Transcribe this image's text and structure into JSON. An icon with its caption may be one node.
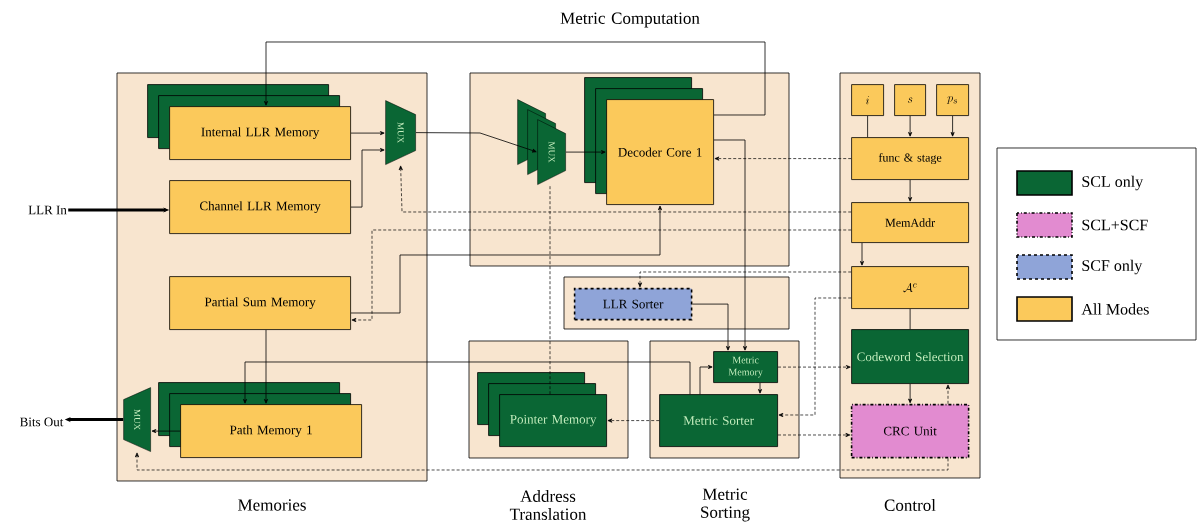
{
  "diagram": {
    "nodes": [
      {
        "text": [
          "Memories"
        ]
      },
      {
        "text": [
          "Internal LLR Memory"
        ],
        "in": 0
      },
      {
        "text": [
          "Channel LLR Memory"
        ],
        "in": 0
      },
      {
        "text": [
          "Partial Sum Memory"
        ],
        "in": 0
      },
      {
        "text": [
          "Path Memory 1"
        ],
        "in": 0
      },
      {
        "text": [
          "MUX"
        ],
        "in": 0
      },
      {
        "text": [
          "MUX"
        ],
        "in": 0
      },
      {
        "text": [
          "Metric Computation"
        ]
      },
      {
        "text": [
          "MUX"
        ],
        "in": 7
      },
      {
        "text": [
          "Decoder Core 1"
        ],
        "in": 7
      },
      {
        "text": [],
        "shape": "box"
      },
      {
        "text": [
          "LLR Sorter"
        ],
        "in": 10
      },
      {
        "text": [
          "Address Translation"
        ]
      },
      {
        "text": [
          "Pointer Memory"
        ],
        "in": 12
      },
      {
        "text": [
          "Metric Sorting"
        ]
      },
      {
        "text": [
          "Metric Memory"
        ],
        "in": 14
      },
      {
        "text": [
          "Metric Sorter"
        ],
        "in": 14
      },
      {
        "text": [
          "Control"
        ]
      },
      {
        "text": [
          "i"
        ],
        "in": 17
      },
      {
        "text": [
          "s"
        ],
        "in": 17
      },
      {
        "text": [
          "p_s"
        ],
        "in": 17
      },
      {
        "text": [
          "func & stage"
        ],
        "in": 17
      },
      {
        "text": [
          "MemAddr"
        ],
        "in": 17
      },
      {
        "text": [
          "\\mathcal{A}^c"
        ],
        "in": 17
      },
      {
        "text": [
          "Codeword Selection"
        ],
        "in": 17
      },
      {
        "text": [
          "CRC Unit"
        ],
        "in": 17
      },
      {
        "text": [
          "LLR In"
        ]
      },
      {
        "text": [
          "Bits Out"
        ]
      }
    ],
    "edges": [
      {
        "from": 26,
        "to": 2,
        "arrow": "to",
        "style": "thick"
      },
      {
        "from": 6,
        "to": 27,
        "arrow": "to",
        "style": "thick"
      },
      {
        "from": 1,
        "to": 5,
        "arrow": "to"
      },
      {
        "from": 2,
        "to": 5,
        "arrow": "to"
      },
      {
        "from": 5,
        "to": 8,
        "arrow": "to"
      },
      {
        "from": 8,
        "to": 9,
        "arrow": "to"
      },
      {
        "from": 9,
        "to": 1,
        "arrow": "to"
      },
      {
        "from": 3,
        "to": 9,
        "arrow": "to"
      },
      {
        "from": 3,
        "to": 4,
        "arrow": "to"
      },
      {
        "from": 4,
        "to": 6,
        "arrow": "to"
      },
      {
        "from": 9,
        "to": 15,
        "arrow": "to"
      },
      {
        "from": 11,
        "to": 15,
        "arrow": "to"
      },
      {
        "from": 15,
        "to": 16,
        "arrow": "to"
      },
      {
        "from": 16,
        "to": 15,
        "arrow": "to"
      },
      {
        "from": 16,
        "to": 4,
        "arrow": "to"
      },
      {
        "from": 16,
        "to": 13,
        "arrow": "to",
        "style": "dashed"
      },
      {
        "from": 13,
        "to": 8,
        "arrow": "none",
        "style": "dashed"
      },
      {
        "from": 18,
        "to": 21,
        "arrow": "none"
      },
      {
        "from": 19,
        "to": 21,
        "arrow": "to"
      },
      {
        "from": 20,
        "to": 21,
        "arrow": "to"
      },
      {
        "from": 21,
        "to": 22,
        "arrow": "to"
      },
      {
        "from": 22,
        "to": 23,
        "arrow": "to"
      },
      {
        "from": 23,
        "to": 24,
        "arrow": "none"
      },
      {
        "from": 24,
        "to": 25,
        "arrow": "to"
      },
      {
        "from": 25,
        "to": 24,
        "arrow": "to",
        "style": "dashed"
      },
      {
        "from": 21,
        "to": 9,
        "arrow": "to",
        "style": "dashed"
      },
      {
        "from": 22,
        "to": 5,
        "arrow": "to",
        "style": "dashed"
      },
      {
        "from": 22,
        "to": 3,
        "arrow": "to",
        "style": "dashed"
      },
      {
        "from": 23,
        "to": 11,
        "arrow": "to",
        "style": "dashed"
      },
      {
        "from": 15,
        "to": 24,
        "arrow": "to",
        "style": "dashed"
      },
      {
        "from": 23,
        "to": 16,
        "arrow": "to",
        "style": "dashed"
      },
      {
        "from": 16,
        "to": 25,
        "arrow": "to",
        "style": "dashed"
      },
      {
        "from": 25,
        "to": 6,
        "arrow": "to",
        "style": "dashed"
      }
    ],
    "legend": [
      {
        "text": "SCL only",
        "color": "#0a6634"
      },
      {
        "text": "SCL+SCF",
        "color": "#e28bd0"
      },
      {
        "text": "SCF only",
        "color": "#8fa4d8"
      },
      {
        "text": "All Modes",
        "color": "#fbc95b"
      }
    ]
  }
}
